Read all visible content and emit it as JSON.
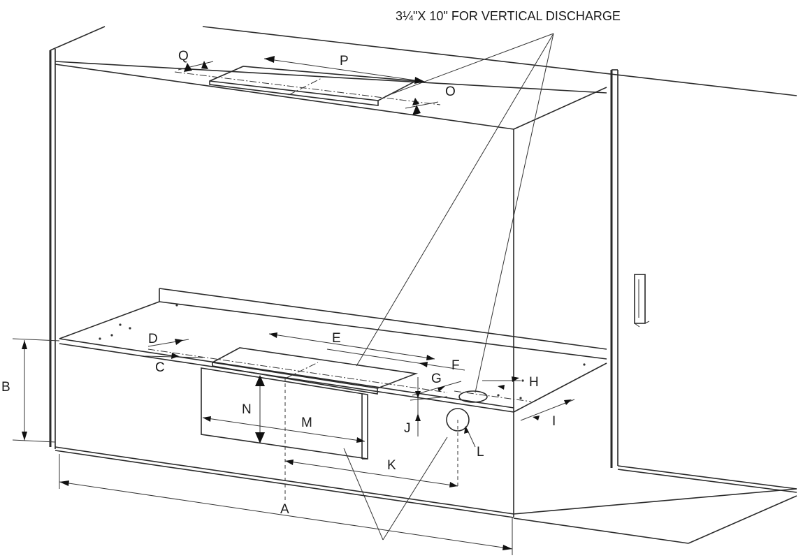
{
  "note": "3¼\"X 10\" FOR VERTICAL DISCHARGE",
  "labels": {
    "a": "A",
    "b": "B",
    "c": "C",
    "d": "D",
    "e": "E",
    "f": "F",
    "g": "G",
    "h": "H",
    "i": "I",
    "j": "J",
    "k": "K",
    "l": "L",
    "m": "M",
    "n": "N",
    "o": "O",
    "p": "P",
    "q": "Q"
  },
  "colors": {
    "ink": "#2a2a2a",
    "background": "#ffffff"
  }
}
